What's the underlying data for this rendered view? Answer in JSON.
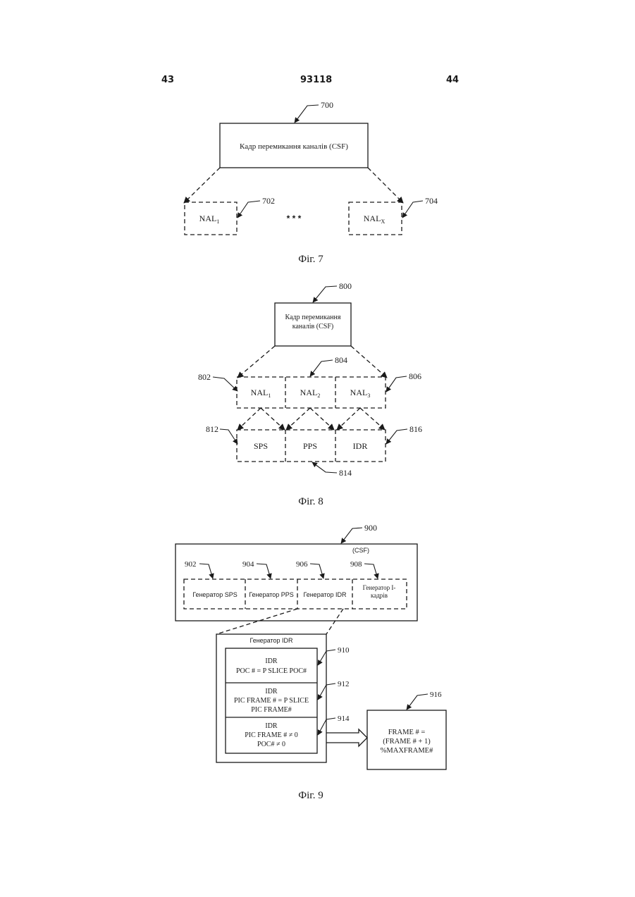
{
  "header": {
    "left": "43",
    "center": "93118",
    "right": "44"
  },
  "fig7": {
    "ref_top": "700",
    "box_label": "Кадр перемикання каналів (CSF)",
    "ref_left": "702",
    "ref_right": "704",
    "nal_left_base": "NAL",
    "nal_left_sub": "1",
    "nal_right_base": "NAL",
    "nal_right_sub": "X",
    "ellipsis": "* * *",
    "caption": "Фіг. 7"
  },
  "fig8": {
    "ref_top": "800",
    "box_line1": "Кадр перемикання",
    "box_line2": "каналів (CSF)",
    "ref_802": "802",
    "ref_804": "804",
    "ref_806": "806",
    "nal1_base": "NAL",
    "nal1_sub": "1",
    "nal2_base": "NAL",
    "nal2_sub": "2",
    "nal3_base": "NAL",
    "nal3_sub": "3",
    "ref_812": "812",
    "ref_814": "814",
    "ref_816": "816",
    "sps": "SPS",
    "pps": "PPS",
    "idr": "IDR",
    "caption": "Фіг. 8"
  },
  "fig9": {
    "ref_top": "900",
    "csf_label": "(CSF)",
    "ref_902": "902",
    "ref_904": "904",
    "ref_906": "906",
    "ref_908": "908",
    "gen_sps": "Генератор SPS",
    "gen_pps": "Генератор PPS",
    "gen_idr": "Генератор IDR",
    "gen_i_line1": "Генератор I-",
    "gen_i_line2": "кадрів",
    "idr_gen_title": "Генератор IDR",
    "ref_910": "910",
    "ref_912": "912",
    "ref_914": "914",
    "ref_916": "916",
    "box910_line1": "IDR",
    "box910_line2": "POC # = P SLICE POC#",
    "box912_line1": "IDR",
    "box912_line2": "PIC FRAME # = P SLICE",
    "box912_line3": "PIC FRAME#",
    "box914_line1": "IDR",
    "box914_line2": "PIC FRAME # ≠ 0",
    "box914_line3": "POC# ≠ 0",
    "box916_line1": "FRAME # =",
    "box916_line2": "(FRAME # + 1)",
    "box916_line3": "%MAXFRAME#",
    "caption": "Фіг. 9"
  }
}
